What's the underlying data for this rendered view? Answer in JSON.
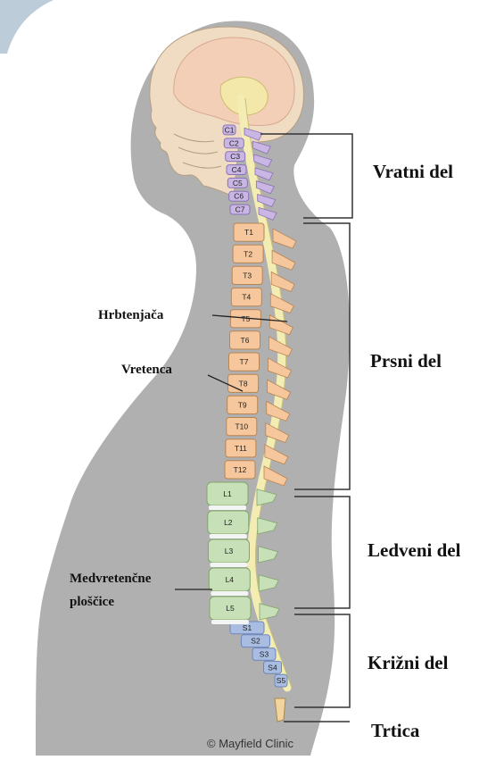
{
  "regions": [
    {
      "label": "Vratni del"
    },
    {
      "label": "Prsni del"
    },
    {
      "label": "Ledveni del"
    },
    {
      "label": "Križni del"
    },
    {
      "label": "Trtica"
    }
  ],
  "annotations": {
    "spinal_cord": "Hrbtenjača",
    "vertebrae": "Vretenca",
    "discs_line1": "Medvretenčne",
    "discs_line2": "ploščice"
  },
  "vertebrae": {
    "cervical": [
      "C1",
      "C2",
      "C3",
      "C4",
      "C5",
      "C6",
      "C7"
    ],
    "thoracic": [
      "T1",
      "T2",
      "T3",
      "T4",
      "T5",
      "T6",
      "T7",
      "T8",
      "T9",
      "T10",
      "T11",
      "T12"
    ],
    "lumbar": [
      "L1",
      "L2",
      "L3",
      "L4",
      "L5"
    ],
    "sacral": [
      "S1",
      "S2",
      "S3",
      "S4",
      "S5"
    ]
  },
  "credit": "© Mayfield Clinic",
  "colors": {
    "body": "#b0b0b0",
    "cervical": "#c9b6e4",
    "thoracic": "#f6c79c",
    "lumbar": "#c8e0b8",
    "sacral": "#a9bde2",
    "cord": "#f3edb4",
    "brain": "#f4cfb8",
    "skull": "#f3e4c0"
  }
}
